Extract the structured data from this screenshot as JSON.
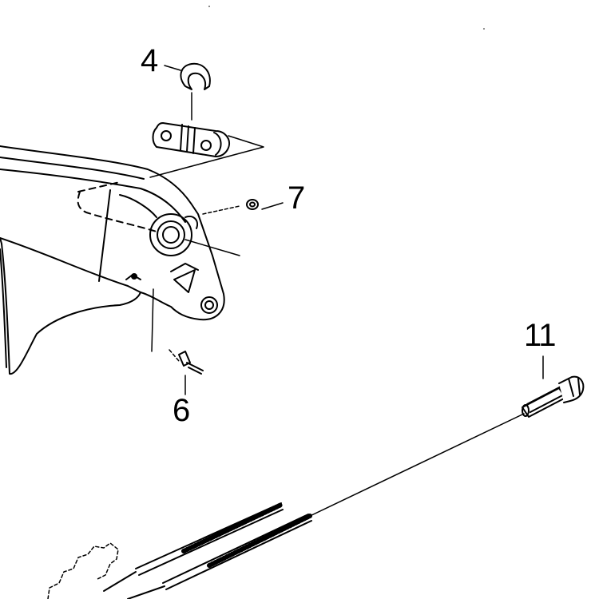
{
  "callouts": {
    "c4": "4",
    "c7": "7",
    "c6": "6",
    "c11": "11"
  },
  "colors": {
    "ink": "#000000",
    "paper": "#ffffff"
  }
}
